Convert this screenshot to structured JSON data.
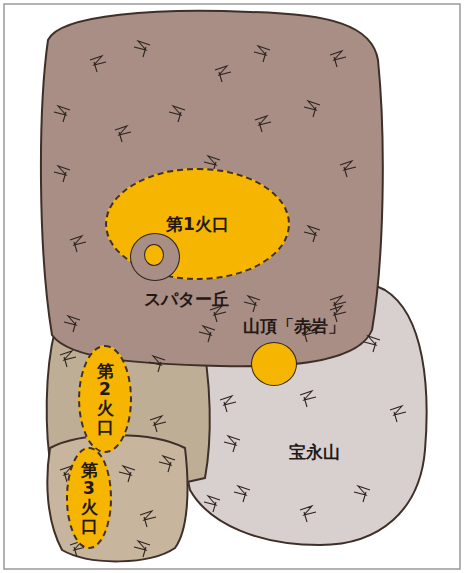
{
  "diagram": {
    "nodes": [
      {
        "text": [
          "第1火口"
        ]
      },
      {
        "text": [
          "スパター丘"
        ]
      },
      {
        "text": [
          "第2火口"
        ]
      },
      {
        "text": [
          "第3火口"
        ]
      },
      {
        "text": [
          "宝永山"
        ]
      },
      {
        "text": [
          "山頂「赤岩」"
        ],
        "in": 4
      }
    ]
  }
}
